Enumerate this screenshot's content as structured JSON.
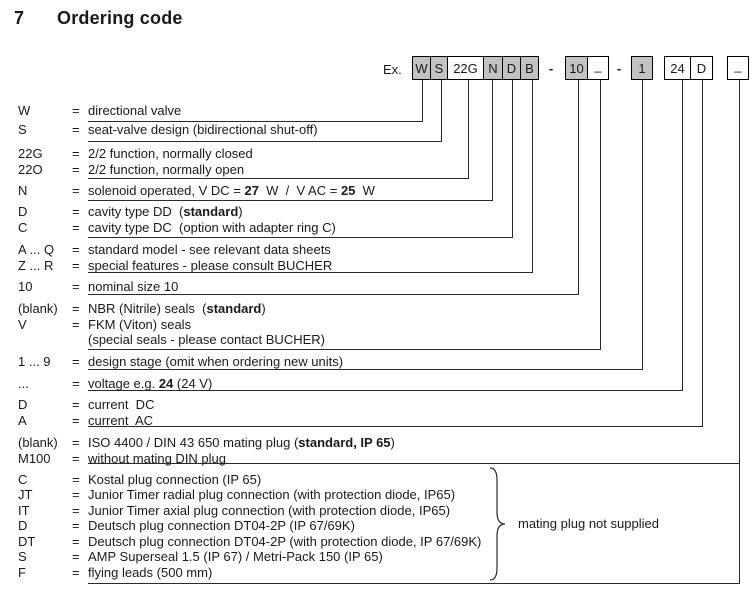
{
  "header": {
    "section_number": "7",
    "title": "Ordering code"
  },
  "example": {
    "label": "Ex."
  },
  "colors": {
    "box_fill": "#c2c2c2",
    "box_empty": "#ffffff",
    "line": "#2a2a2a",
    "text": "#1a1a1a"
  },
  "code_boxes": [
    {
      "label": "W",
      "filled": true
    },
    {
      "label": "S",
      "filled": true
    },
    {
      "label": "22G",
      "filled": false
    },
    {
      "label": "N",
      "filled": true
    },
    {
      "label": "D",
      "filled": true
    },
    {
      "label": "B",
      "filled": true
    },
    {
      "label": "-",
      "separator": true
    },
    {
      "label": "10",
      "filled": true
    },
    {
      "label": "_",
      "filled": false,
      "placeholder": true
    },
    {
      "label": "-",
      "separator": true
    },
    {
      "label": "1",
      "filled": true
    },
    {
      "label": "24",
      "filled": false
    },
    {
      "label": "D",
      "filled": false
    },
    {
      "label": "_",
      "filled": false,
      "placeholder": true
    }
  ],
  "legend": [
    {
      "code": "W",
      "eq": "=",
      "segments": [
        {
          "t": "directional valve"
        }
      ]
    },
    {
      "code": "S",
      "eq": "=",
      "segments": [
        {
          "t": "seat-valve design (bidirectional shut-off)"
        }
      ]
    },
    {
      "code": "22G",
      "eq": "=",
      "segments": [
        {
          "t": "2/2 function, normally closed"
        }
      ]
    },
    {
      "code": "22O",
      "eq": "=",
      "segments": [
        {
          "t": "2/2 function, normally open"
        }
      ]
    },
    {
      "code": "N",
      "eq": "=",
      "segments": [
        {
          "t": "solenoid operated, V DC = "
        },
        {
          "t": "27",
          "b": true
        },
        {
          "t": "  W  /  V AC = "
        },
        {
          "t": "25",
          "b": true
        },
        {
          "t": "  W"
        }
      ]
    },
    {
      "code": "D",
      "eq": "=",
      "segments": [
        {
          "t": "cavity type DD  ("
        },
        {
          "t": "standard",
          "b": true
        },
        {
          "t": ")"
        }
      ]
    },
    {
      "code": "C",
      "eq": "=",
      "segments": [
        {
          "t": "cavity type DC  (option with adapter ring C)"
        }
      ]
    },
    {
      "code": "A ... Q",
      "eq": "=",
      "segments": [
        {
          "t": "standard model - see relevant data sheets"
        }
      ]
    },
    {
      "code": "Z ... R",
      "eq": "=",
      "segments": [
        {
          "t": "special features - please consult BUCHER"
        }
      ]
    },
    {
      "code": "10",
      "eq": "=",
      "segments": [
        {
          "t": "nominal size 10"
        }
      ]
    },
    {
      "code": "(blank)",
      "eq": "=",
      "segments": [
        {
          "t": "NBR (Nitrile) seals  ("
        },
        {
          "t": "standard",
          "b": true
        },
        {
          "t": ")"
        }
      ]
    },
    {
      "code": "V",
      "eq": "=",
      "segments": [
        {
          "t": "FKM (Viton) seals"
        }
      ]
    },
    {
      "code": "",
      "eq": "",
      "segments": [
        {
          "t": "(special seals - please contact BUCHER)"
        }
      ]
    },
    {
      "code": "1 ... 9",
      "eq": "=",
      "segments": [
        {
          "t": "design stage (omit when ordering new units)"
        }
      ]
    },
    {
      "code": "...",
      "eq": "=",
      "segments": [
        {
          "t": "voltage e.g. "
        },
        {
          "t": "24",
          "b": true
        },
        {
          "t": " (24 V)"
        }
      ]
    },
    {
      "code": "D",
      "eq": "=",
      "segments": [
        {
          "t": "current  DC"
        }
      ]
    },
    {
      "code": "A",
      "eq": "=",
      "segments": [
        {
          "t": "current  AC"
        }
      ]
    },
    {
      "code": "(blank)",
      "eq": "=",
      "segments": [
        {
          "t": "ISO 4400 / DIN 43 650 mating plug ("
        },
        {
          "t": "standard, IP 65",
          "b": true
        },
        {
          "t": ")"
        }
      ]
    },
    {
      "code": "M100",
      "eq": "=",
      "segments": [
        {
          "t": "without mating DIN plug"
        }
      ]
    },
    {
      "code": "C",
      "eq": "=",
      "segments": [
        {
          "t": "Kostal plug connection (IP 65)"
        }
      ]
    },
    {
      "code": "JT",
      "eq": "=",
      "segments": [
        {
          "t": "Junior Timer radial plug connection (with protection diode, IP65)"
        }
      ]
    },
    {
      "code": "IT",
      "eq": "=",
      "segments": [
        {
          "t": "Junior Timer axial plug connection (with protection diode, IP65)"
        }
      ]
    },
    {
      "code": "D",
      "eq": "=",
      "segments": [
        {
          "t": "Deutsch plug connection DT04-2P (IP 67/69K)"
        }
      ]
    },
    {
      "code": "DT",
      "eq": "=",
      "segments": [
        {
          "t": "Deutsch plug connection DT04-2P (with protection diode, IP 67/69K)"
        }
      ]
    },
    {
      "code": "S",
      "eq": "=",
      "segments": [
        {
          "t": "AMP Superseal 1.5 (IP 67) / Metri-Pack 150 (IP 65)"
        }
      ]
    },
    {
      "code": "F",
      "eq": "=",
      "segments": [
        {
          "t": "flying leads (500 mm)"
        }
      ]
    }
  ],
  "brace_note": "mating plug not supplied"
}
